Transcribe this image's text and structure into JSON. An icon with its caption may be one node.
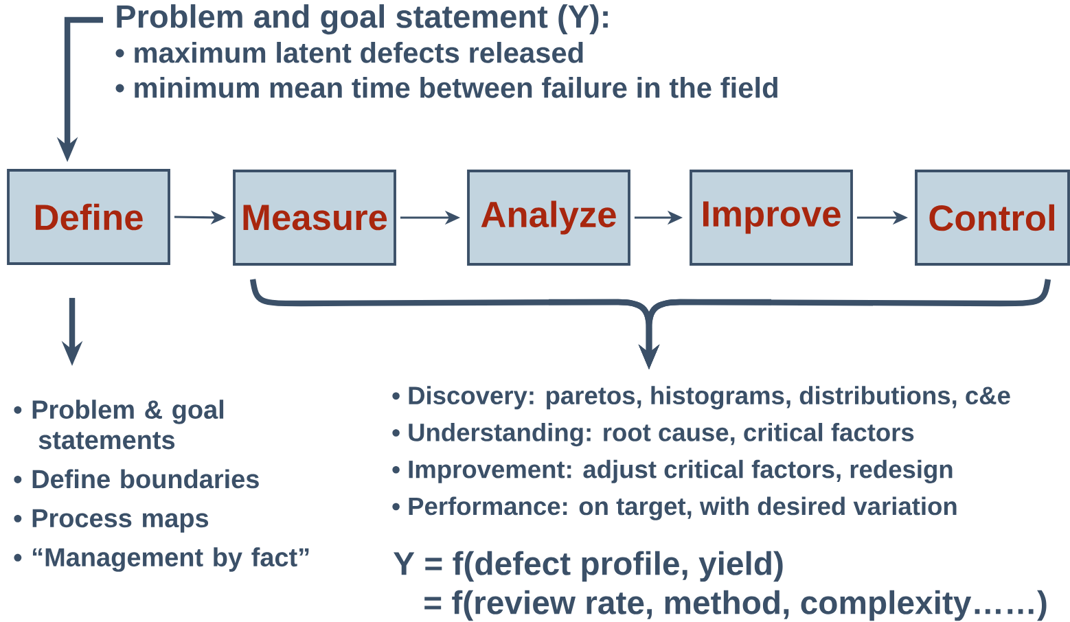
{
  "diagram": {
    "nodes": [
      {
        "text": [
          "Problem and goal statement  (Y):",
          "• maximum latent defects released",
          "• minimum mean time between failure in the field"
        ]
      },
      {
        "text": [
          "Define"
        ]
      },
      {
        "text": [
          "Measure"
        ]
      },
      {
        "text": [
          "Analyze"
        ]
      },
      {
        "text": [
          "Improve"
        ]
      },
      {
        "text": [
          "Control"
        ]
      },
      {
        "text": [
          "•  Problem & goal statements",
          "•  Define boundaries",
          "•  Process maps",
          "•  “Management by fact”"
        ]
      },
      {
        "text": [
          "• Discovery: paretos, histograms, distributions, c&e",
          "• Understanding: root cause, critical factors",
          "• Improvement: adjust critical factors, redesign",
          "• Performance: on target, with desired variation"
        ]
      }
    ],
    "edges": [
      {
        "from": 0,
        "to": 1,
        "arrow": "to"
      },
      {
        "from": 1,
        "to": 2,
        "arrow": "to"
      },
      {
        "from": 2,
        "to": 3,
        "arrow": "to"
      },
      {
        "from": 3,
        "to": 4,
        "arrow": "to"
      },
      {
        "from": 4,
        "to": 5,
        "arrow": "to"
      },
      {
        "from": 1,
        "to": 6,
        "arrow": "to"
      },
      {
        "from": 2,
        "to": 7,
        "arrow": "to"
      },
      {
        "from": 3,
        "to": 7,
        "arrow": "to"
      },
      {
        "from": 4,
        "to": 7,
        "arrow": "to"
      },
      {
        "from": 5,
        "to": 7,
        "arrow": "to"
      }
    ],
    "labels": [
      "Y = f(defect profile, yield)",
      "= f(review rate, method, complexity……)"
    ]
  }
}
